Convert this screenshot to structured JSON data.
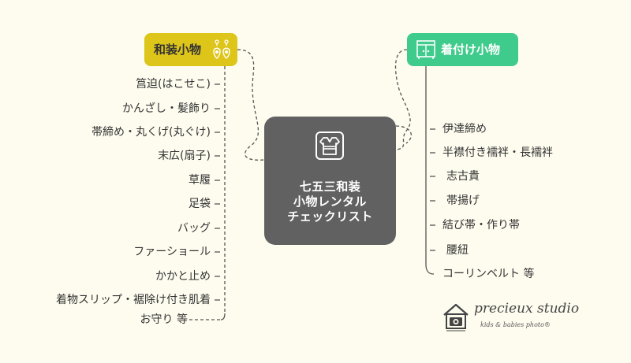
{
  "center": {
    "title_lines": [
      "七五三和装",
      "小物レンタル",
      "チェックリスト"
    ],
    "icon": "kimono-icon"
  },
  "left_category": {
    "label": "和装小物",
    "icon": "earrings-icon",
    "color": "#ddc51a",
    "items": [
      "筥迫(はこせこ)",
      "かんざし・髪飾り",
      "帯締め・丸くげ(丸ぐけ)",
      "末広(扇子)",
      "草履",
      "足袋",
      "バッグ",
      "ファーショール",
      "かかと止め",
      "着物スリップ・裾除け付き肌着",
      "お守り 等"
    ]
  },
  "right_category": {
    "label": "着付け小物",
    "icon": "dresser-icon",
    "color": "#3fcb8c",
    "items": [
      "伊達締め",
      "半襟付き襦袢・長襦袢",
      "志古貴",
      "帯揚げ",
      "結び帯・作り帯",
      "腰紐",
      "コーリンベルト 等"
    ]
  },
  "logo": {
    "brand": "precieux studio",
    "tagline": "kids & babies photo®",
    "icon": "house-camera-icon"
  },
  "colors": {
    "background": "#fefcef",
    "center_box": "#616161",
    "line": "#555555"
  }
}
